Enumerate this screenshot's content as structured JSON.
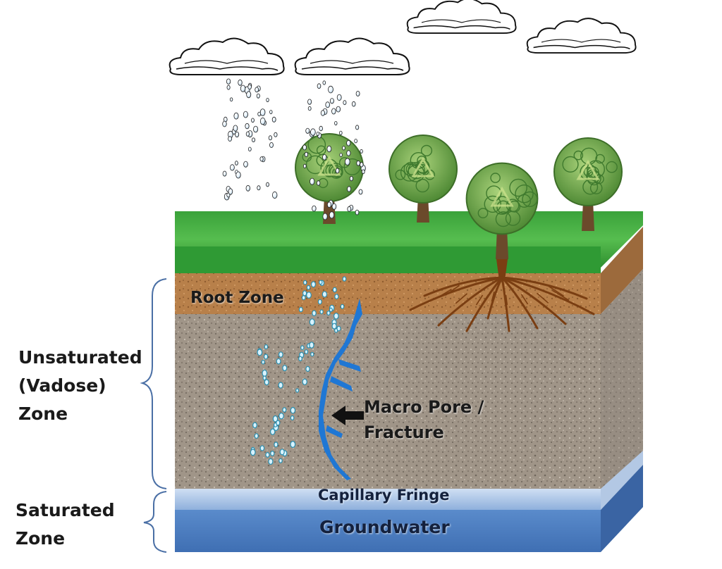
{
  "labels": {
    "unsaturated_line1": "Unsaturated",
    "unsaturated_line2": "(Vadose)",
    "unsaturated_line3": "Zone",
    "saturated_line1": "Saturated",
    "saturated_line2": "Zone",
    "root_zone": "Root Zone",
    "macro_line1": "Macro Pore /",
    "macro_line2": "Fracture",
    "capillary_fringe": "Capillary Fringe",
    "groundwater": "Groundwater"
  },
  "colors": {
    "grass_dark": "#2e8b2e",
    "grass_light": "#5fc45f",
    "root_soil": "#b37a45",
    "gravel": "#9e948a",
    "capillary": "#a9c6ea",
    "groundwater": "#4f7fc0",
    "fracture": "#1f77d4",
    "tree_canopy": "#6aa84f",
    "trunk": "#6b4a2b",
    "root": "#7a3e12",
    "bracket": "#4a6fa5"
  },
  "icons": {
    "cloud": "cloud-icon",
    "tree": "tree-icon",
    "raindrop": "raindrop-icon",
    "arrow": "arrow-left-icon"
  }
}
